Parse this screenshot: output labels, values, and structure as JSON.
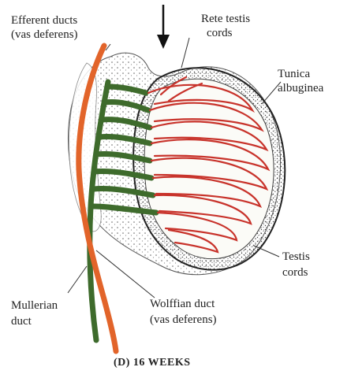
{
  "labels": {
    "efferent_line1": "Efferent ducts",
    "efferent_line2": "(vas deferens)",
    "rete_line1": "Rete testis",
    "rete_line2": "cords",
    "tunica_line1": "Tunica",
    "tunica_line2": "albuginea",
    "testis_line1": "Testis",
    "testis_line2": "cords",
    "mullerian_line1": "Mullerian",
    "mullerian_line2": "duct",
    "wolffian_line1": "Wolffian duct",
    "wolffian_line2": "(vas deferens)",
    "caption": "(D)  16 WEEKS"
  },
  "colors": {
    "red_cords": "#c8332b",
    "orange_duct": "#e2642a",
    "green_duct": "#3e6b2c",
    "outline": "#2a2a2a",
    "stipple": "#555555"
  },
  "icons": {
    "arrow": "down-arrow-icon"
  }
}
